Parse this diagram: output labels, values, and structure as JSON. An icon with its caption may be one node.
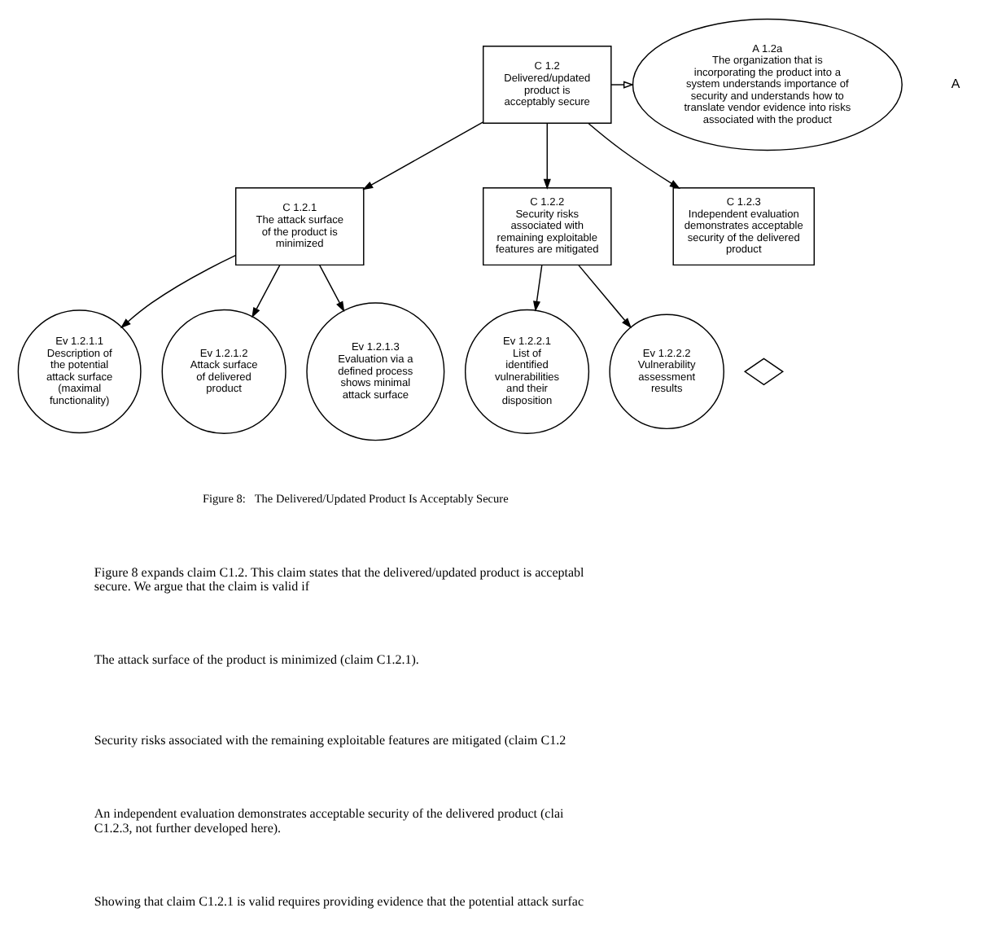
{
  "diagram": {
    "nodes": [
      {
        "text": [
          "C 1.2",
          "Delivered/updated product is acceptably secure"
        ]
      },
      {
        "text": [
          "A 1.2a",
          "The organization that is incorporating the product into a system understands importance of security and understands how to translate vendor evidence into risks associated with the product"
        ]
      },
      {
        "text": [
          "C 1.2.1",
          "The attack surface of the product is minimized"
        ]
      },
      {
        "text": [
          "C 1.2.2",
          "Security risks associated with remaining exploitable features are mitigated"
        ]
      },
      {
        "text": [
          "C 1.2.3",
          "Independent evaluation demonstrates acceptable security of the delivered product"
        ]
      },
      {
        "text": [],
        "shape": "diamond"
      },
      {
        "text": [
          "Ev 1.2.1.1",
          "Description of the potential attack surface (maximal functionality)"
        ]
      },
      {
        "text": [
          "Ev 1.2.1.2",
          "Attack surface of delivered product"
        ]
      },
      {
        "text": [
          "Ev 1.2.1.3",
          "Evaluation via a defined process shows minimal attack surface"
        ]
      },
      {
        "text": [
          "Ev 1.2.2.1",
          "List of identified vulnerabilities and their disposition"
        ]
      },
      {
        "text": [
          "Ev 1.2.2.2",
          "Vulnerability assessment results"
        ]
      }
    ],
    "edges": [
      {
        "from": 0,
        "to": 1,
        "arrow": "to"
      },
      {
        "from": 0,
        "to": 2,
        "arrow": "to"
      },
      {
        "from": 0,
        "to": 3,
        "arrow": "to"
      },
      {
        "from": 0,
        "to": 4,
        "arrow": "to"
      },
      {
        "from": 2,
        "to": 6,
        "arrow": "to"
      },
      {
        "from": 2,
        "to": 7,
        "arrow": "to"
      },
      {
        "from": 2,
        "to": 8,
        "arrow": "to"
      },
      {
        "from": 3,
        "to": 9,
        "arrow": "to"
      },
      {
        "from": 3,
        "to": 10,
        "arrow": "to"
      }
    ],
    "labels": [
      "A",
      "Figure 8:   The Delivered/Updated Product Is Acceptably Secure",
      "Figure 8 expands claim C1.2. This claim states that the delivered/updated product is acceptabl secure. We argue that the claim is valid if",
      "The attack surface of the product is minimized (claim C1.2.1).",
      "Security risks associated with the remaining exploitable features are mitigated (claim C1.2",
      "An independent evaluation demonstrates acceptable security of the delivered product (clai C1.2.3, not further developed here).",
      "Showing that claim C1.2.1 is valid requires providing evidence that the potential attack surfac"
    ]
  }
}
